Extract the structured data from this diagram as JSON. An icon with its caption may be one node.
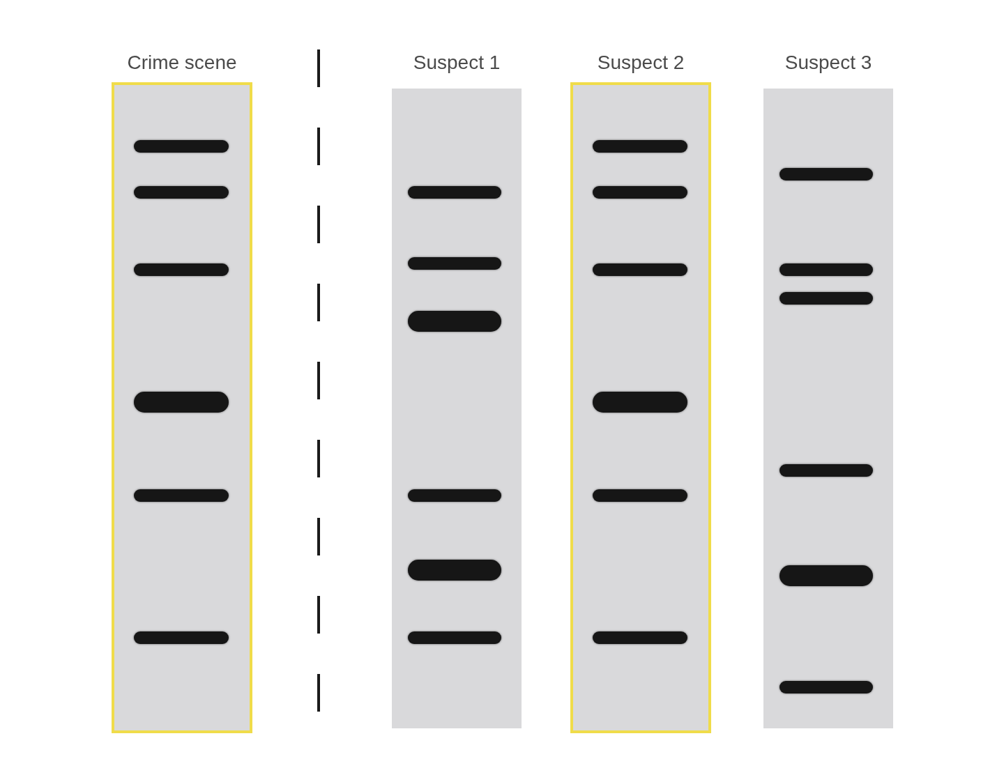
{
  "diagram": {
    "nodes": [
      {
        "text": [
          "Crime scene"
        ]
      },
      {
        "text": [],
        "shape": "bar",
        "in": 0
      },
      {
        "text": [],
        "shape": "bar",
        "in": 0
      },
      {
        "text": [],
        "shape": "bar",
        "in": 0
      },
      {
        "text": [],
        "shape": "bar",
        "in": 0
      },
      {
        "text": [],
        "shape": "bar",
        "in": 0
      },
      {
        "text": [],
        "shape": "bar",
        "in": 0
      },
      {
        "text": [
          "Suspect 1"
        ]
      },
      {
        "text": [],
        "shape": "bar",
        "in": 7
      },
      {
        "text": [],
        "shape": "bar",
        "in": 7
      },
      {
        "text": [],
        "shape": "bar",
        "in": 7
      },
      {
        "text": [],
        "shape": "bar",
        "in": 7
      },
      {
        "text": [],
        "shape": "bar",
        "in": 7
      },
      {
        "text": [],
        "shape": "bar",
        "in": 7
      },
      {
        "text": [
          "Suspect 2"
        ]
      },
      {
        "text": [],
        "shape": "bar",
        "in": 14
      },
      {
        "text": [],
        "shape": "bar",
        "in": 14
      },
      {
        "text": [],
        "shape": "bar",
        "in": 14
      },
      {
        "text": [],
        "shape": "bar",
        "in": 14
      },
      {
        "text": [],
        "shape": "bar",
        "in": 14
      },
      {
        "text": [],
        "shape": "bar",
        "in": 14
      },
      {
        "text": [
          "Suspect 3"
        ]
      },
      {
        "text": [],
        "shape": "bar",
        "in": 21
      },
      {
        "text": [],
        "shape": "bar",
        "in": 21
      },
      {
        "text": [],
        "shape": "bar",
        "in": 21
      },
      {
        "text": [],
        "shape": "bar",
        "in": 21
      },
      {
        "text": [],
        "shape": "bar",
        "in": 21
      },
      {
        "text": [],
        "shape": "bar",
        "in": 21
      }
    ]
  }
}
